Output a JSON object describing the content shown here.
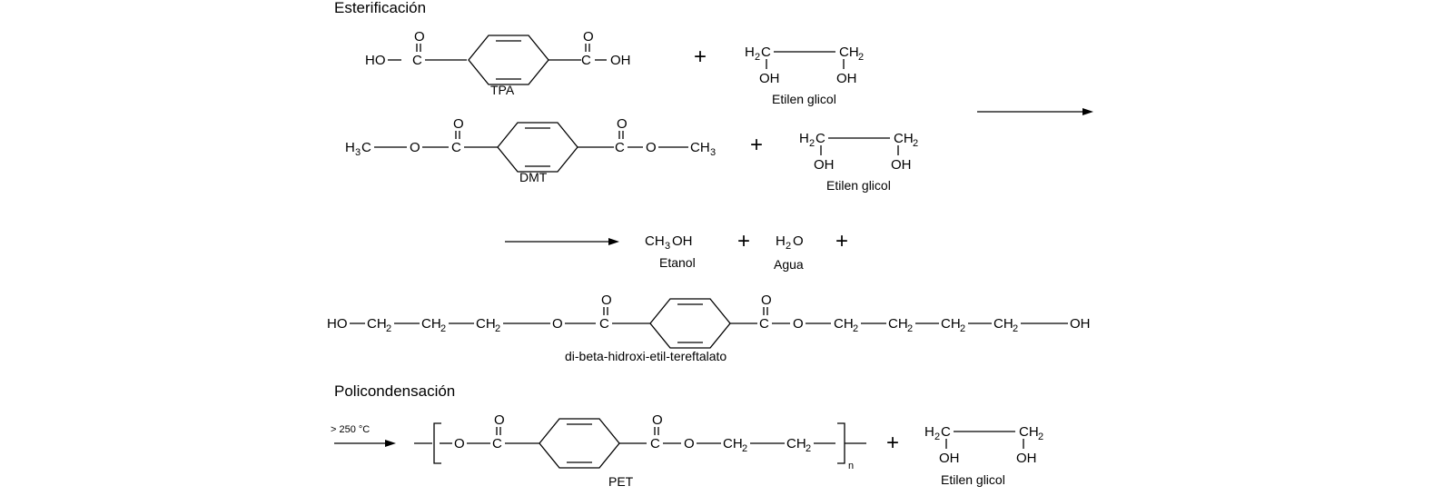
{
  "sections": {
    "esterification": "Esterificación",
    "polycondensation": "Policondensación"
  },
  "atoms": {
    "HO": "HO",
    "OH": "OH",
    "C": "C",
    "O": "O",
    "H": "H",
    "CH": "CH",
    "H2C": "H",
    "sub2": "2",
    "sub3": "3",
    "CH2": "CH",
    "CH3": "CH",
    "n": "n",
    "H2O": "H",
    "Oatom": "O"
  },
  "compounds": {
    "tpa": "TPA",
    "glycol": "Etilen glicol",
    "dmt": "DMT",
    "methanol_formula_a": "CH",
    "methanol_formula_b": "OH",
    "methanol": "Etanol",
    "water": "Agua",
    "bhet": "di-beta-hidroxi-etil-tereftalato",
    "pet": "PET"
  },
  "conditions": {
    "temperature": "> 250 °C"
  },
  "operators": {
    "plus": "+"
  }
}
